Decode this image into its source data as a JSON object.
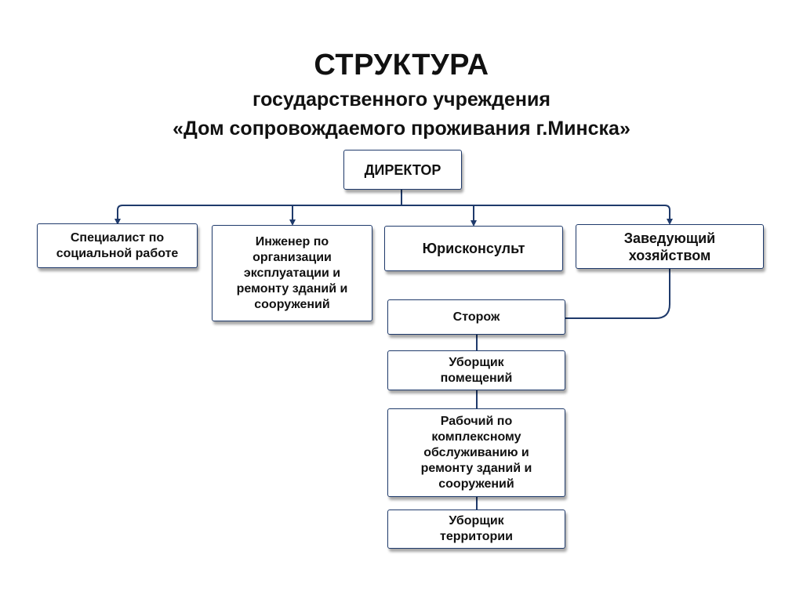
{
  "header": {
    "title": "СТРУКТУРА",
    "subtitle_line1": "государственного учреждения",
    "subtitle_line2": "«Дом сопровождаемого проживания г.Минска»"
  },
  "nodes": {
    "director": "ДИРЕКТОР",
    "social_specialist": "Специалист по\nсоциальной работе",
    "engineer": "Инженер по\nорганизации\nэксплуатации и\nремонту зданий и\nсооружений",
    "legal_counsel": "Юрисконсульт",
    "facility_manager": "Заведующий\nхозяйством",
    "watchman": "Сторож",
    "room_cleaner": "Уборщик\nпомещений",
    "maintenance_worker": "Рабочий по\nкомплексному\nобслуживанию и\nремонту зданий и\nсооружений",
    "yard_cleaner": "Уборщик\nтерритории"
  },
  "colors": {
    "line": "#1f3a6b",
    "border": "#1f3a6b",
    "text": "#111111"
  }
}
